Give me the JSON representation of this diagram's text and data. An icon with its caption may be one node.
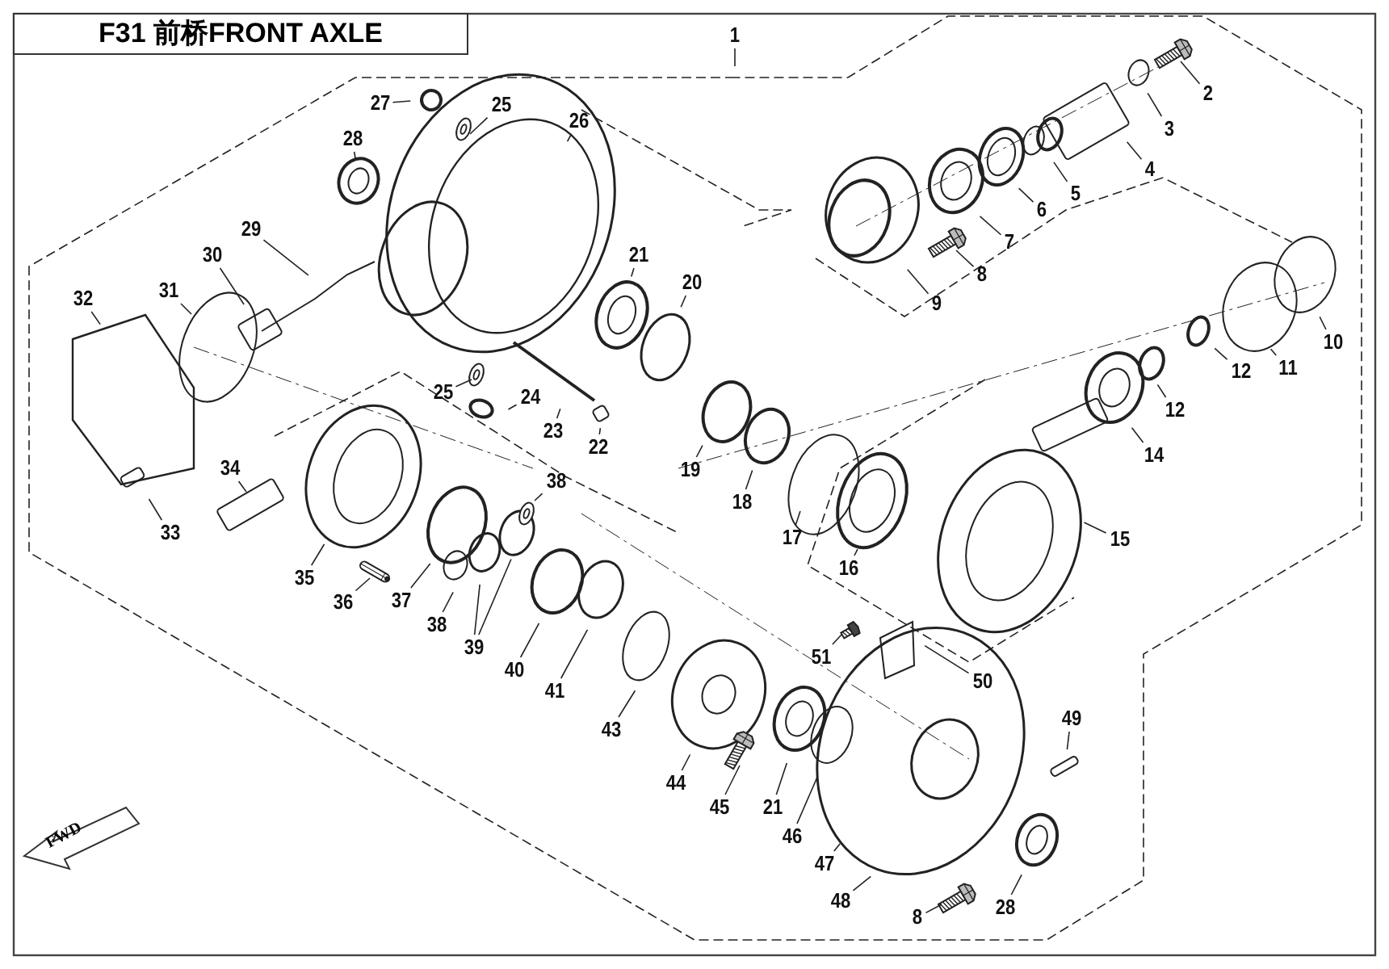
{
  "diagram": {
    "title": "F31 前桥FRONT AXLE",
    "nodes": [
      {
        "text": [
          "1"
        ]
      },
      {
        "text": [
          "2"
        ]
      },
      {
        "text": [
          "3"
        ]
      },
      {
        "text": [
          "4"
        ]
      },
      {
        "text": [
          "5"
        ]
      },
      {
        "text": [
          "6"
        ]
      },
      {
        "text": [
          "7"
        ]
      },
      {
        "text": [
          "8"
        ]
      },
      {
        "text": [
          "9"
        ]
      },
      {
        "text": [
          "10"
        ]
      },
      {
        "text": [
          "11"
        ]
      },
      {
        "text": [
          "12"
        ]
      },
      {
        "text": [
          "12"
        ]
      },
      {
        "text": [
          "14"
        ]
      },
      {
        "text": [
          "15"
        ]
      },
      {
        "text": [
          "16"
        ]
      },
      {
        "text": [
          "17"
        ]
      },
      {
        "text": [
          "18"
        ]
      },
      {
        "text": [
          "19"
        ]
      },
      {
        "text": [
          "20"
        ]
      },
      {
        "text": [
          "21"
        ]
      },
      {
        "text": [
          "22"
        ]
      },
      {
        "text": [
          "23"
        ]
      },
      {
        "text": [
          "24"
        ]
      },
      {
        "text": [
          "25"
        ]
      },
      {
        "text": [
          "25"
        ]
      },
      {
        "text": [
          "26"
        ]
      },
      {
        "text": [
          "27"
        ]
      },
      {
        "text": [
          "28"
        ]
      },
      {
        "text": [
          "29"
        ]
      },
      {
        "text": [
          "30"
        ]
      },
      {
        "text": [
          "31"
        ]
      },
      {
        "text": [
          "32"
        ]
      },
      {
        "text": [
          "33"
        ]
      },
      {
        "text": [
          "34"
        ]
      },
      {
        "text": [
          "35"
        ]
      },
      {
        "text": [
          "36"
        ]
      },
      {
        "text": [
          "37"
        ]
      },
      {
        "text": [
          "38"
        ]
      },
      {
        "text": [
          "38"
        ]
      },
      {
        "text": [
          "39"
        ]
      },
      {
        "text": [
          "40"
        ]
      },
      {
        "text": [
          "41"
        ]
      },
      {
        "text": [
          "43"
        ]
      },
      {
        "text": [
          "44"
        ]
      },
      {
        "text": [
          "45"
        ]
      },
      {
        "text": [
          "21"
        ]
      },
      {
        "text": [
          "46"
        ]
      },
      {
        "text": [
          "47"
        ]
      },
      {
        "text": [
          "48"
        ]
      },
      {
        "text": [
          "8"
        ]
      },
      {
        "text": [
          "28"
        ]
      },
      {
        "text": [
          "49"
        ]
      },
      {
        "text": [
          "50"
        ]
      },
      {
        "text": [
          "51"
        ]
      },
      {
        "text": [],
        "shape": "picture"
      },
      {
        "text": [],
        "shape": "picture"
      },
      {
        "text": [],
        "shape": "picture"
      },
      {
        "text": [],
        "shape": "picture"
      },
      {
        "text": [],
        "shape": "picture"
      },
      {
        "text": [],
        "shape": "picture"
      },
      {
        "text": [],
        "shape": "picture"
      },
      {
        "text": [],
        "shape": "picture"
      },
      {
        "text": [],
        "shape": "picture"
      },
      {
        "text": [],
        "shape": "picture"
      }
    ],
    "edges": [
      {
        "from": 0,
        "to": null,
        "arrow": "none"
      },
      {
        "from": 1,
        "to": 55,
        "arrow": "none"
      },
      {
        "from": 2,
        "to": null,
        "arrow": "none"
      },
      {
        "from": 3,
        "to": null,
        "arrow": "none"
      },
      {
        "from": 4,
        "to": null,
        "arrow": "none"
      },
      {
        "from": 5,
        "to": null,
        "arrow": "none"
      },
      {
        "from": 6,
        "to": null,
        "arrow": "none"
      },
      {
        "from": 7,
        "to": 56,
        "arrow": "none"
      },
      {
        "from": 8,
        "to": null,
        "arrow": "none"
      },
      {
        "from": 9,
        "to": null,
        "arrow": "none"
      },
      {
        "from": 10,
        "to": null,
        "arrow": "none"
      },
      {
        "from": 11,
        "to": null,
        "arrow": "none"
      },
      {
        "from": 12,
        "to": null,
        "arrow": "none"
      },
      {
        "from": 13,
        "to": null,
        "arrow": "none"
      },
      {
        "from": 14,
        "to": null,
        "arrow": "none"
      },
      {
        "from": 15,
        "to": null,
        "arrow": "none"
      },
      {
        "from": 16,
        "to": null,
        "arrow": "none"
      },
      {
        "from": 17,
        "to": null,
        "arrow": "none"
      },
      {
        "from": 18,
        "to": null,
        "arrow": "none"
      },
      {
        "from": 19,
        "to": null,
        "arrow": "none"
      },
      {
        "from": 20,
        "to": null,
        "arrow": "none"
      },
      {
        "from": 21,
        "to": null,
        "arrow": "none"
      },
      {
        "from": 22,
        "to": null,
        "arrow": "none"
      },
      {
        "from": 23,
        "to": null,
        "arrow": "none"
      },
      {
        "from": 24,
        "to": 57,
        "arrow": "none"
      },
      {
        "from": 25,
        "to": 58,
        "arrow": "none"
      },
      {
        "from": 26,
        "to": null,
        "arrow": "none"
      },
      {
        "from": 27,
        "to": null,
        "arrow": "none"
      },
      {
        "from": 28,
        "to": 59,
        "arrow": "none"
      },
      {
        "from": 29,
        "to": null,
        "arrow": "none"
      },
      {
        "from": 30,
        "to": null,
        "arrow": "none"
      },
      {
        "from": 31,
        "to": null,
        "arrow": "none"
      },
      {
        "from": 32,
        "to": null,
        "arrow": "none"
      },
      {
        "from": 33,
        "to": null,
        "arrow": "none"
      },
      {
        "from": 34,
        "to": null,
        "arrow": "none"
      },
      {
        "from": 35,
        "to": null,
        "arrow": "none"
      },
      {
        "from": 36,
        "to": 60,
        "arrow": "none"
      },
      {
        "from": 37,
        "to": null,
        "arrow": "none"
      },
      {
        "from": 38,
        "to": 61,
        "arrow": "none"
      },
      {
        "from": 39,
        "to": null,
        "arrow": "none"
      },
      {
        "from": 40,
        "to": null,
        "arrow": "none"
      },
      {
        "from": 41,
        "to": null,
        "arrow": "none"
      },
      {
        "from": 42,
        "to": null,
        "arrow": "none"
      },
      {
        "from": 43,
        "to": null,
        "arrow": "none"
      },
      {
        "from": 44,
        "to": null,
        "arrow": "none"
      },
      {
        "from": 45,
        "to": 62,
        "arrow": "none"
      },
      {
        "from": 46,
        "to": null,
        "arrow": "none"
      },
      {
        "from": 47,
        "to": null,
        "arrow": "none"
      },
      {
        "from": 48,
        "to": null,
        "arrow": "none"
      },
      {
        "from": 49,
        "to": null,
        "arrow": "none"
      },
      {
        "from": 50,
        "to": 63,
        "arrow": "none"
      },
      {
        "from": 51,
        "to": null,
        "arrow": "none"
      },
      {
        "from": 52,
        "to": null,
        "arrow": "none"
      },
      {
        "from": 53,
        "to": null,
        "arrow": "none"
      },
      {
        "from": 54,
        "to": 64,
        "arrow": "none"
      },
      {
        "from": 40,
        "to": null,
        "arrow": "none"
      }
    ],
    "labels": [
      "FWD"
    ]
  }
}
